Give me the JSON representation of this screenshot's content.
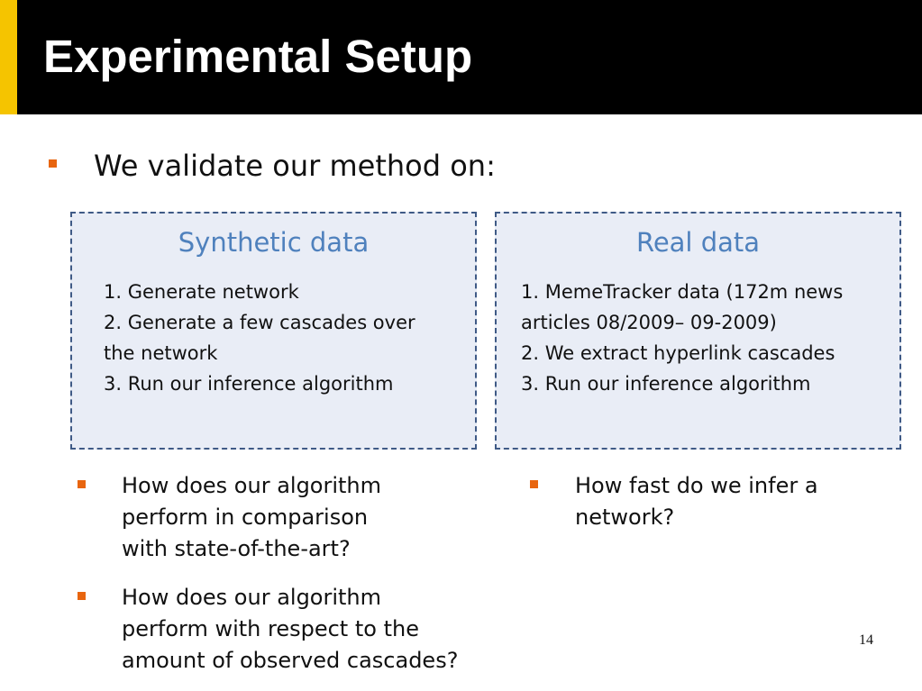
{
  "slide": {
    "title": "Experimental Setup",
    "intro": "We validate our method on:",
    "synthetic": {
      "title": "Synthetic data",
      "lines": [
        "1. Generate network",
        "2. Generate a few cascades over",
        "the network",
        "3. Run our inference algorithm"
      ]
    },
    "real": {
      "title": "Real data",
      "lines": [
        "1. MemeTracker data (172m news",
        "articles 08/2009– 09-2009)",
        "2. We extract hyperlink cascades",
        "3. Run our inference algorithm"
      ]
    },
    "questions_left": [
      {
        "lines": [
          "How does our algorithm",
          "perform in comparison",
          "with state-of-the-art?"
        ]
      },
      {
        "lines": [
          "How does our algorithm",
          "perform with respect to the",
          "amount of observed cascades?"
        ]
      }
    ],
    "questions_right": [
      {
        "lines": [
          "How fast do we infer a",
          "network?"
        ]
      }
    ],
    "page_number": "14"
  },
  "colors": {
    "header_bg": "#000000",
    "accent_yellow": "#f5c400",
    "bullet_orange": "#e8650f",
    "box_fill": "#e9edf6",
    "box_border": "#3f5a86",
    "box_title": "#4f81bd"
  }
}
